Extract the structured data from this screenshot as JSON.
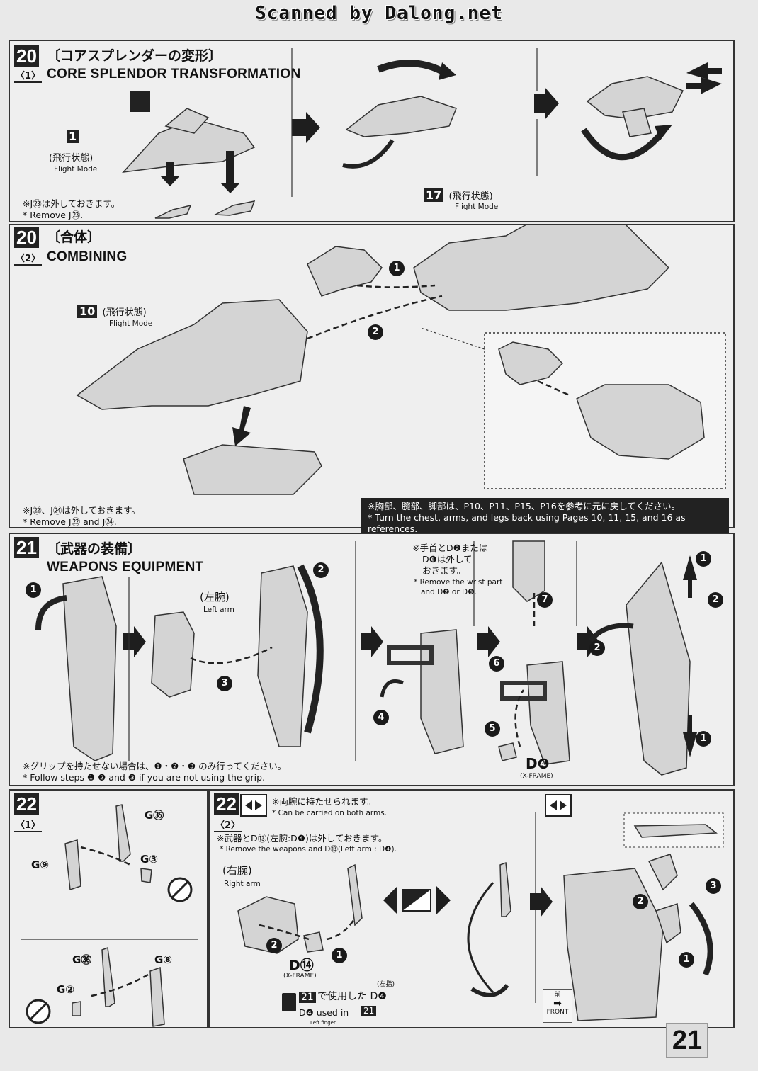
{
  "watermark": "Scanned by Dalong.net",
  "page_number": "21",
  "step20_1": {
    "num": "20",
    "sub": "〈1〉",
    "title_jp": "〔コアスプレンダーの変形〕",
    "title_en": "CORE SPLENDOR TRANSFORMATION",
    "part": "1",
    "mode_jp": "(飛行状態)",
    "mode_en": "Flight Mode",
    "note_jp": "※J㉓は外しておきます。",
    "note_en": "* Remove J㉓."
  },
  "step20_2": {
    "num": "20",
    "sub": "〈2〉",
    "title_jp": "〔合体〕",
    "title_en": "COMBINING",
    "tag17": "17",
    "tag17_mode_jp": "(飛行状態)",
    "tag17_mode_en": "Flight Mode",
    "tag10": "10",
    "tag10_mode_jp": "(飛行状態)",
    "tag10_mode_en": "Flight Mode",
    "note_jp": "※J㉒、J㉔は外しておきます。",
    "note_en": "* Remove J㉒ and J㉔.",
    "ref_jp": "※胸部、腕部、脚部は、P10、P11、P15、P16を参考に元に戻してください。",
    "ref_en": "* Turn the chest, arms, and legs back using Pages 10, 11, 15, and 16 as references."
  },
  "step21": {
    "num": "21",
    "title_jp": "〔武器の装備〕",
    "title_en": "WEAPONS EQUIPMENT",
    "left_arm_jp": "(左腕)",
    "left_arm_en": "Left arm",
    "wrist_jp_1": "※手首とD❷または",
    "wrist_jp_2": "D❻は外して",
    "wrist_jp_3": "おきます。",
    "wrist_en_1": "* Remove the wrist part",
    "wrist_en_2": "and D❷ or D❻.",
    "d4": "D❹",
    "xframe": "(X-FRAME)",
    "grip_jp": "※グリップを持たせない場合は、❶・❷・❸ のみ行ってください。",
    "grip_en": "* Follow steps ❶ ❷ and ❸ if you are not using the grip."
  },
  "step22_1": {
    "num": "22",
    "sub": "〈1〉",
    "g35": "G㉟",
    "g9": "G⑨",
    "g3": "G③",
    "g36": "G㊱",
    "g8": "G⑧",
    "g2": "G②"
  },
  "step22_2": {
    "num": "22",
    "sub": "〈2〉",
    "both_jp": "※両腕に持たせられます。",
    "both_en": "* Can be carried on both arms.",
    "remove_jp": "※武器とD⑬(左腕:D❹)は外しておきます。",
    "remove_en": "* Remove the weapons and D⑬(Left arm : D❹).",
    "right_arm_jp": "(右腕)",
    "right_arm_en": "Right arm",
    "d14": "D⑭",
    "xframe": "(X-FRAME)",
    "used_jp": "で使用した D❹",
    "left_finger_jp": "(左指)",
    "used_en": "D❹ used in",
    "ref_step": "21",
    "left_finger_en": "Left finger",
    "front_jp": "前",
    "front_en": "FRONT"
  },
  "step_circles": [
    "1",
    "2",
    "3",
    "4",
    "5",
    "6",
    "7"
  ]
}
